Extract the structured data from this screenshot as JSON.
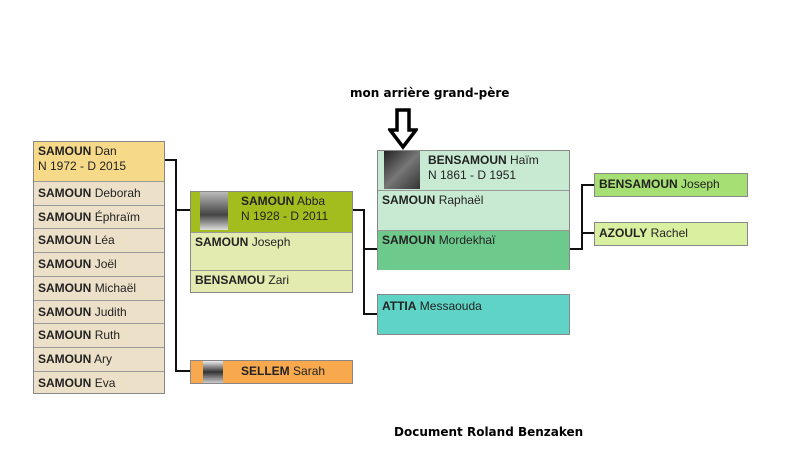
{
  "annotation": "mon arrière grand-père",
  "credit": "Document Roland Benzaken",
  "siblings": [
    {
      "surname": "SAMOUN",
      "given": "Dan",
      "dates": "N 1972 - D 2015"
    },
    {
      "surname": "SAMOUN",
      "given": "Deborah"
    },
    {
      "surname": "SAMOUN",
      "given": "Éphraïm"
    },
    {
      "surname": "SAMOUN",
      "given": "Léa"
    },
    {
      "surname": "SAMOUN",
      "given": "Joël"
    },
    {
      "surname": "SAMOUN",
      "given": "Michaël"
    },
    {
      "surname": "SAMOUN",
      "given": "Judith"
    },
    {
      "surname": "SAMOUN",
      "given": "Ruth"
    },
    {
      "surname": "SAMOUN",
      "given": "Ary"
    },
    {
      "surname": "SAMOUN",
      "given": "Eva"
    }
  ],
  "father": {
    "surname": "SAMOUN",
    "given": "Abba",
    "dates": "N 1928 - D 2011",
    "parents": [
      {
        "surname": "SAMOUN",
        "given": "Joseph"
      },
      {
        "surname": "BENSAMOU",
        "given": "Zari"
      }
    ]
  },
  "mother": {
    "surname": "SELLEM",
    "given": "Sarah"
  },
  "grandfather": {
    "surname": "BENSAMOUN",
    "given": "Haïm",
    "dates": "N 1861 - D 1951",
    "others": [
      {
        "surname": "SAMOUN",
        "given": "Raphaël"
      },
      {
        "surname": "SAMOUN",
        "given": "Mordekhaï"
      }
    ]
  },
  "grandmother": {
    "surname": "ATTIA",
    "given": "Messaouda"
  },
  "great": [
    {
      "surname": "BENSAMOUN",
      "given": "Joseph"
    },
    {
      "surname": "AZOULY",
      "given": "Rachel"
    }
  ],
  "colors": {
    "sibling_main": "#f7d98a",
    "sibling": "#ede0c8",
    "father": "#a4bd1e",
    "father_rows": "#e3ebb0",
    "mother": "#f9a94d",
    "gf": "#c8ead3",
    "gf_mord": "#6ec98c",
    "gm": "#5fd4c6",
    "great1": "#a6df73",
    "great2": "#d8f0a0"
  }
}
